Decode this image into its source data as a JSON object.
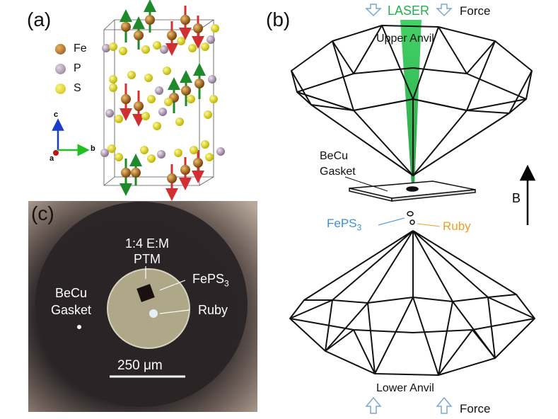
{
  "panel_a": {
    "label": "(a)",
    "legend": [
      {
        "label": "Fe",
        "color": "#a8651a"
      },
      {
        "label": "P",
        "color": "#a38fa8"
      },
      {
        "label": "S",
        "color": "#e8e020"
      }
    ],
    "axes": {
      "c": "c",
      "b": "b",
      "a": "a"
    },
    "colors": {
      "spin_up": "#1f8a2a",
      "spin_down": "#d23030"
    }
  },
  "panel_b": {
    "label": "(b)",
    "laser": "LASER",
    "force_top": "Force",
    "force_bottom": "Force",
    "upper_anvil": "Upper Anvil",
    "lower_anvil": "Lower Anvil",
    "gasket": "BeCu\nGasket",
    "sample": "FePS",
    "sample_sub": "3",
    "ruby": "Ruby",
    "field": "B",
    "colors": {
      "laser": "#22b04a",
      "sample": "#3a8fd8",
      "ruby": "#f0a020",
      "force_arrow": "#7aa7d0"
    }
  },
  "panel_c": {
    "label": "(c)",
    "ptm_line1": "1:4 E:M",
    "ptm_line2": "PTM",
    "gasket": "BeCu\nGasket",
    "sample": "FePS",
    "sample_sub": "3",
    "ruby": "Ruby",
    "scale": "250 μm"
  }
}
